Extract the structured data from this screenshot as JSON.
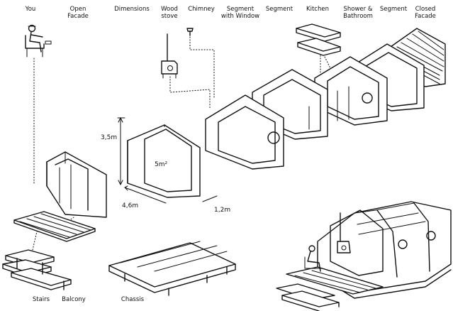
{
  "labels": {
    "you": "You",
    "open_facade": [
      "Open",
      "Facade"
    ],
    "dimensions": "Dimensions",
    "wood_stove": [
      "Wood",
      "stove"
    ],
    "chimney": "Chimney",
    "segment_with_window": [
      "Segment",
      "with Window"
    ],
    "segment_1": "Segment",
    "kitchen": "Kitchen",
    "shower_bathroom": [
      "Shower &",
      "Bathroom"
    ],
    "segment_2": "Segment",
    "closed_facade": [
      "Closed",
      "Facade"
    ],
    "stairs": "Stairs",
    "balcony": "Balcony",
    "chassis": "Chassis"
  },
  "dimensions": {
    "height": "3,5m",
    "area": "5m²",
    "length": "4,6m",
    "width": "1,2m"
  }
}
